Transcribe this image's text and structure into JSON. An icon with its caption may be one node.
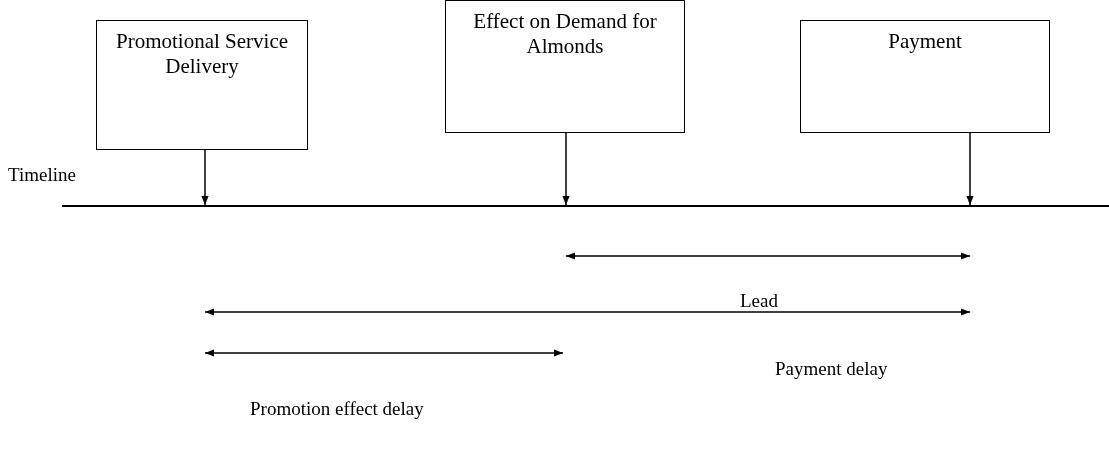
{
  "diagram": {
    "nodes": [
      {
        "text": [
          "Promotional Service Delivery"
        ]
      },
      {
        "text": [
          "Effect on Demand for Almonds"
        ]
      },
      {
        "text": [
          "Payment"
        ]
      },
      {
        "text": [],
        "shape": "bar"
      }
    ],
    "edges": [
      {
        "from": 0,
        "to": 3,
        "arrow": "to"
      },
      {
        "from": 1,
        "to": 3,
        "arrow": "to"
      },
      {
        "from": 2,
        "to": 3,
        "arrow": "to"
      }
    ],
    "labels": [
      "Timeline",
      "Lead",
      "Payment delay",
      "Promotion effect delay"
    ]
  }
}
